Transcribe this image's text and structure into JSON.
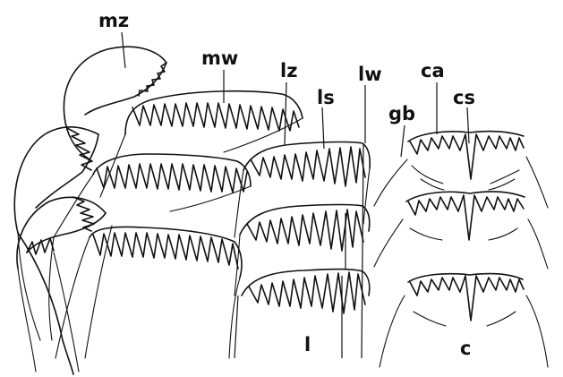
{
  "figure": {
    "labels": {
      "mz": "mz",
      "mw": "mw",
      "lz": "lz",
      "ls": "ls",
      "lw": "lw",
      "gb": "gb",
      "ca": "ca",
      "cs": "cs",
      "l": "l",
      "c": "c"
    },
    "colors": {
      "ink": "#111111",
      "background": "#ffffff"
    }
  }
}
